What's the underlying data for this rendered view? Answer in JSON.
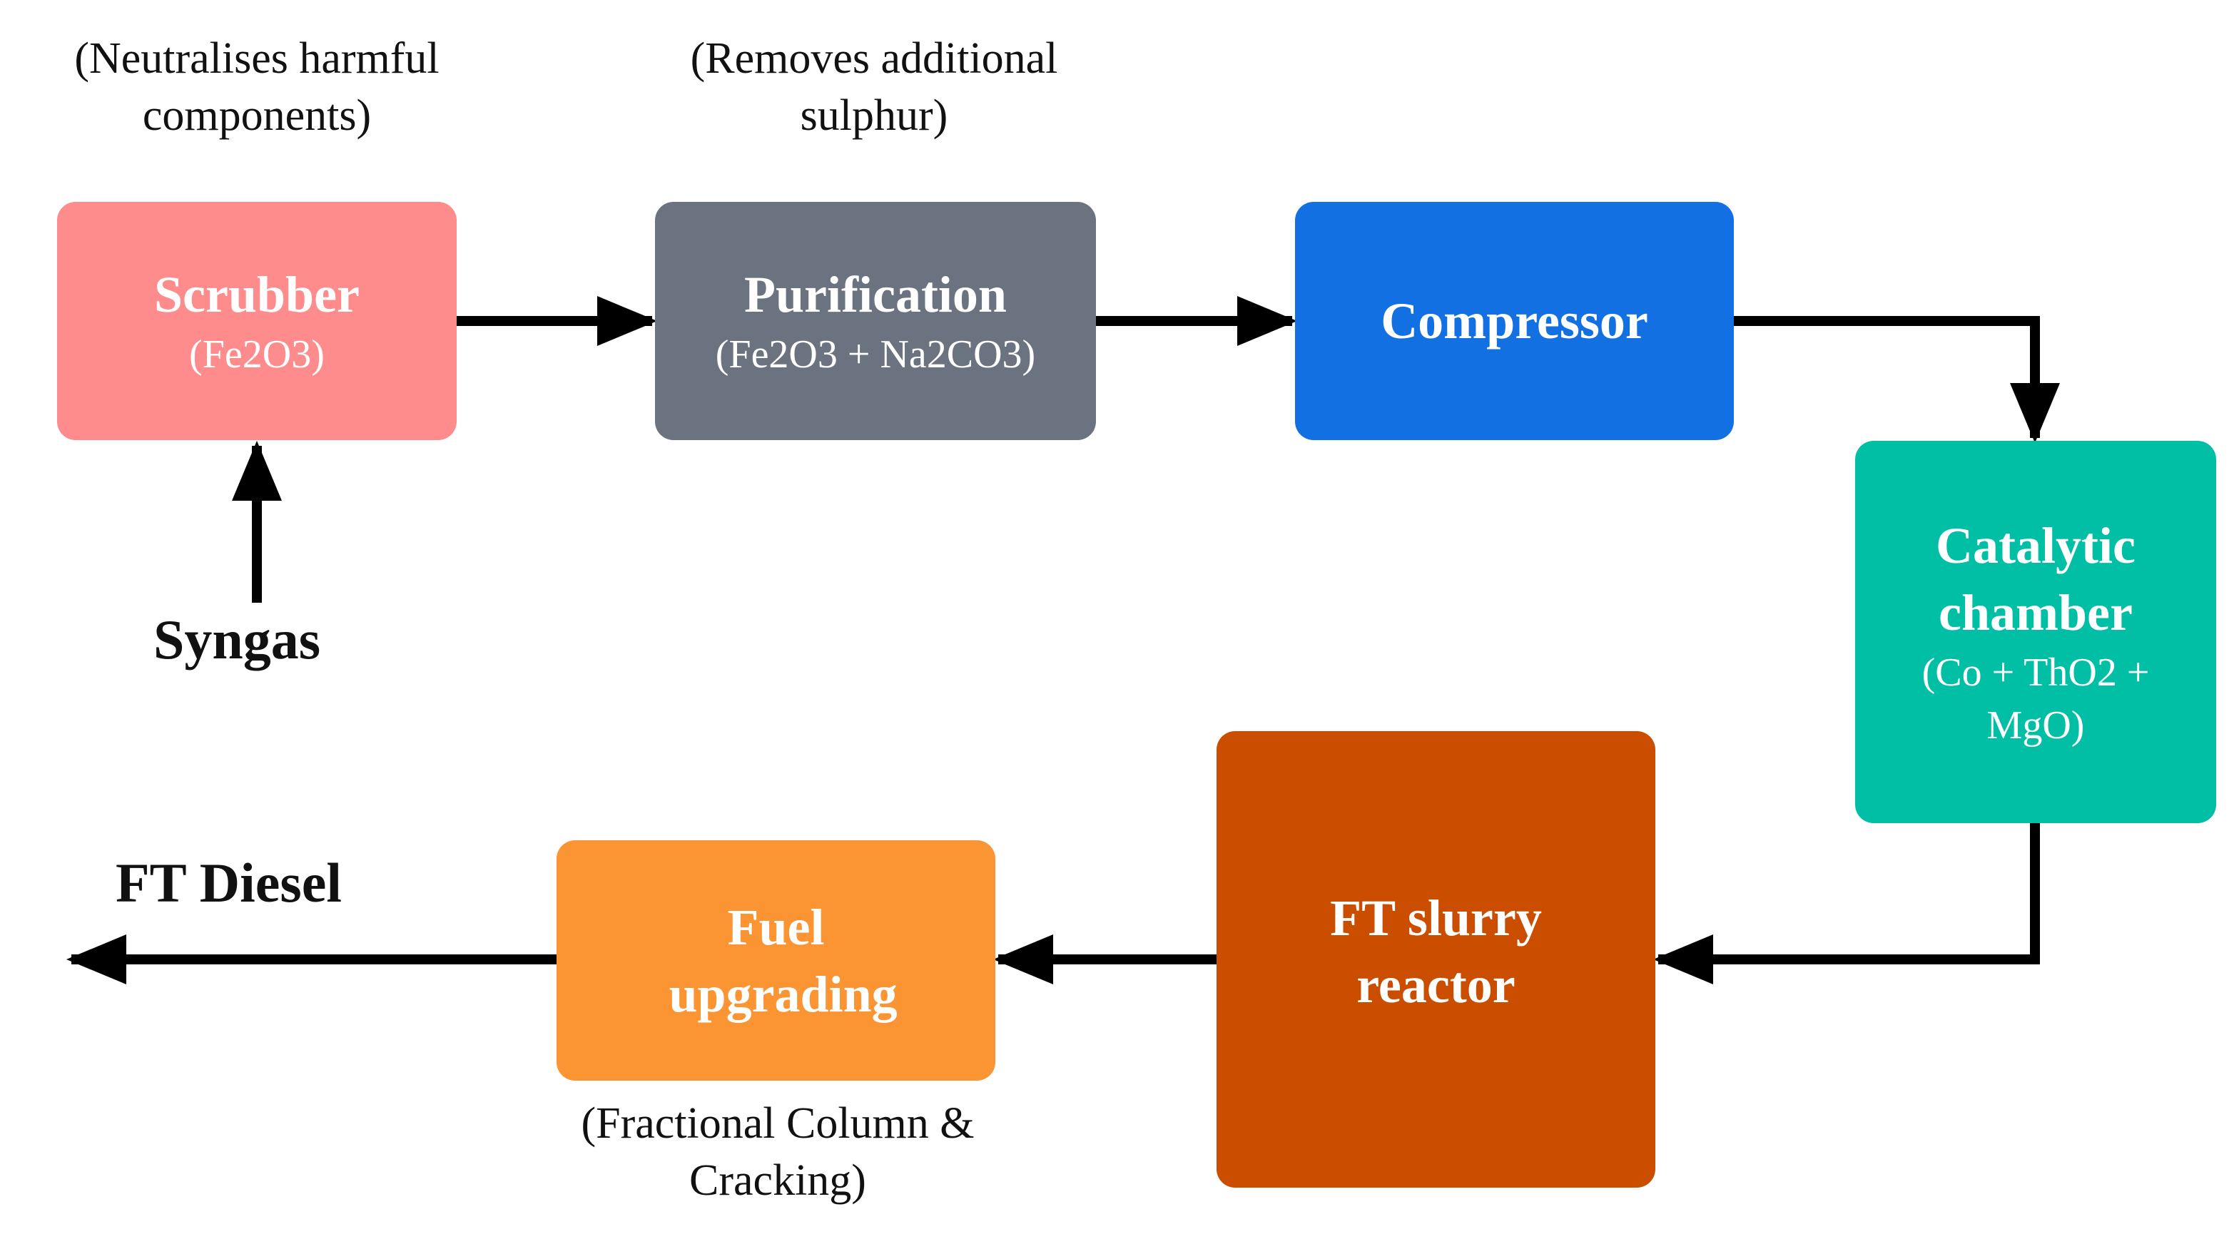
{
  "diagram": {
    "title": "FT diesel production process",
    "nodes": [
      {
        "id": "scrubber",
        "title": "Scrubber",
        "subtitle": "(Fe2O3)",
        "color": "#FF8C8C"
      },
      {
        "id": "purification",
        "title": "Purification",
        "subtitle": "(Fe2O3 + Na2CO3)",
        "color": "#6B7280"
      },
      {
        "id": "compressor",
        "title": "Compressor",
        "subtitle": "",
        "color": "#1270E3"
      },
      {
        "id": "catalytic",
        "title": "Catalytic chamber",
        "subtitle": "(Co + ThO2 + MgO)",
        "color": "#00BFA5"
      },
      {
        "id": "ft-slurry",
        "title": "FT slurry reactor",
        "subtitle": "",
        "color": "#CB4E00"
      },
      {
        "id": "fuel-upgrading",
        "title": "Fuel upgrading",
        "subtitle": "",
        "color": "#FB9433"
      }
    ],
    "notes": {
      "scrubber": "(Neutralises harmful components)",
      "purification": "(Removes additional sulphur)",
      "fuel_upgrading": "(Fractional Column & Cracking)"
    },
    "input_label": "Syngas",
    "output_label": "FT Diesel",
    "edges": [
      {
        "from": "Syngas",
        "to": "scrubber"
      },
      {
        "from": "scrubber",
        "to": "purification"
      },
      {
        "from": "purification",
        "to": "compressor"
      },
      {
        "from": "compressor",
        "to": "catalytic"
      },
      {
        "from": "catalytic",
        "to": "ft-slurry"
      },
      {
        "from": "ft-slurry",
        "to": "fuel-upgrading"
      },
      {
        "from": "fuel-upgrading",
        "to": "FT Diesel"
      }
    ]
  }
}
